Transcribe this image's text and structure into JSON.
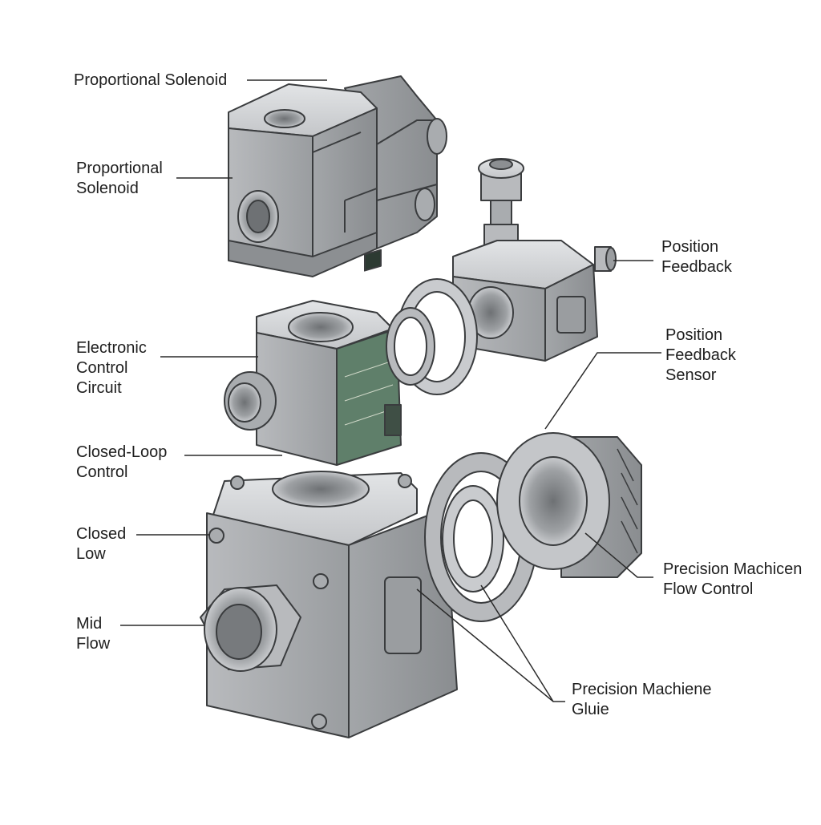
{
  "labels": {
    "proportional_solenoid_top": [
      "Proportional Solenoid"
    ],
    "proportional_solenoid_side": [
      "Proportional",
      "Solenoid"
    ],
    "electronic_control_circuit": [
      "Electronic",
      "Control",
      "Circuit"
    ],
    "closed_loop_control": [
      "Closed-Loop",
      "Control"
    ],
    "closed_low": [
      "Closed",
      "Low"
    ],
    "mid_flow": [
      "Mid",
      "Flow"
    ],
    "position_feedback": [
      "Position",
      "Feedback"
    ],
    "position_feedback_sensor": [
      "Position",
      "Feedback",
      "Sensor"
    ],
    "precision_flow_control": [
      "Precision Machicen",
      "Flow Control"
    ],
    "precision_glue": [
      "Precision Machiene",
      "Gluie"
    ]
  },
  "colors": {
    "metal_light": "#d4d6d8",
    "metal_mid": "#a9acaf",
    "metal_dark": "#7d8083",
    "outline": "#3a3c3e",
    "pcb_green": "#5f7f6a",
    "leader": "#2a2a2a"
  }
}
